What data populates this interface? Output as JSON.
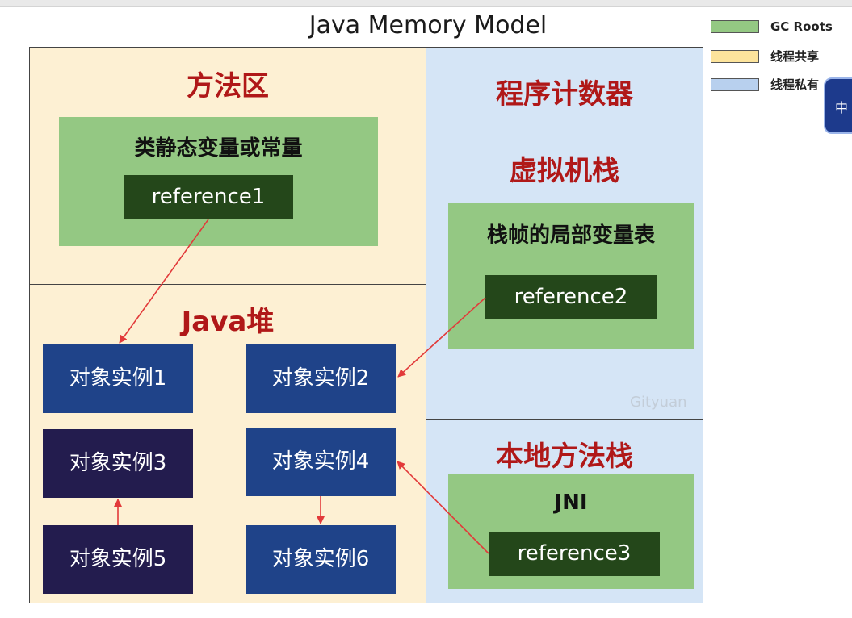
{
  "title": "Java Memory Model",
  "legend": [
    {
      "label": "GC Roots",
      "color": "#94c883"
    },
    {
      "label": "线程共享",
      "color": "#fde49c"
    },
    {
      "label": "线程私有",
      "color": "#b8d0ee"
    }
  ],
  "regions": {
    "method_area": {
      "title": "方法区",
      "box_title": "类静态变量或常量",
      "ref": "reference1"
    },
    "heap": {
      "title": "Java堆"
    },
    "pc": {
      "title": "程序计数器"
    },
    "vm_stack": {
      "title": "虚拟机栈",
      "box_title": "栈帧的局部变量表",
      "ref": "reference2"
    },
    "native_stack": {
      "title": "本地方法栈",
      "box_title": "JNI",
      "ref": "reference3"
    }
  },
  "objects": [
    "对象实例1",
    "对象实例2",
    "对象实例3",
    "对象实例4",
    "对象实例5",
    "对象实例6"
  ],
  "watermark": "Gityuan",
  "side_badge": "中",
  "colors": {
    "arrow": "#e23a3a",
    "shared": "#fdf0d3",
    "private": "#d5e5f6",
    "gc_roots": "#94c883",
    "reference": "#24471a",
    "object_blue": "#1f4389",
    "object_dark": "#231c4e",
    "region_title": "#b01818"
  }
}
